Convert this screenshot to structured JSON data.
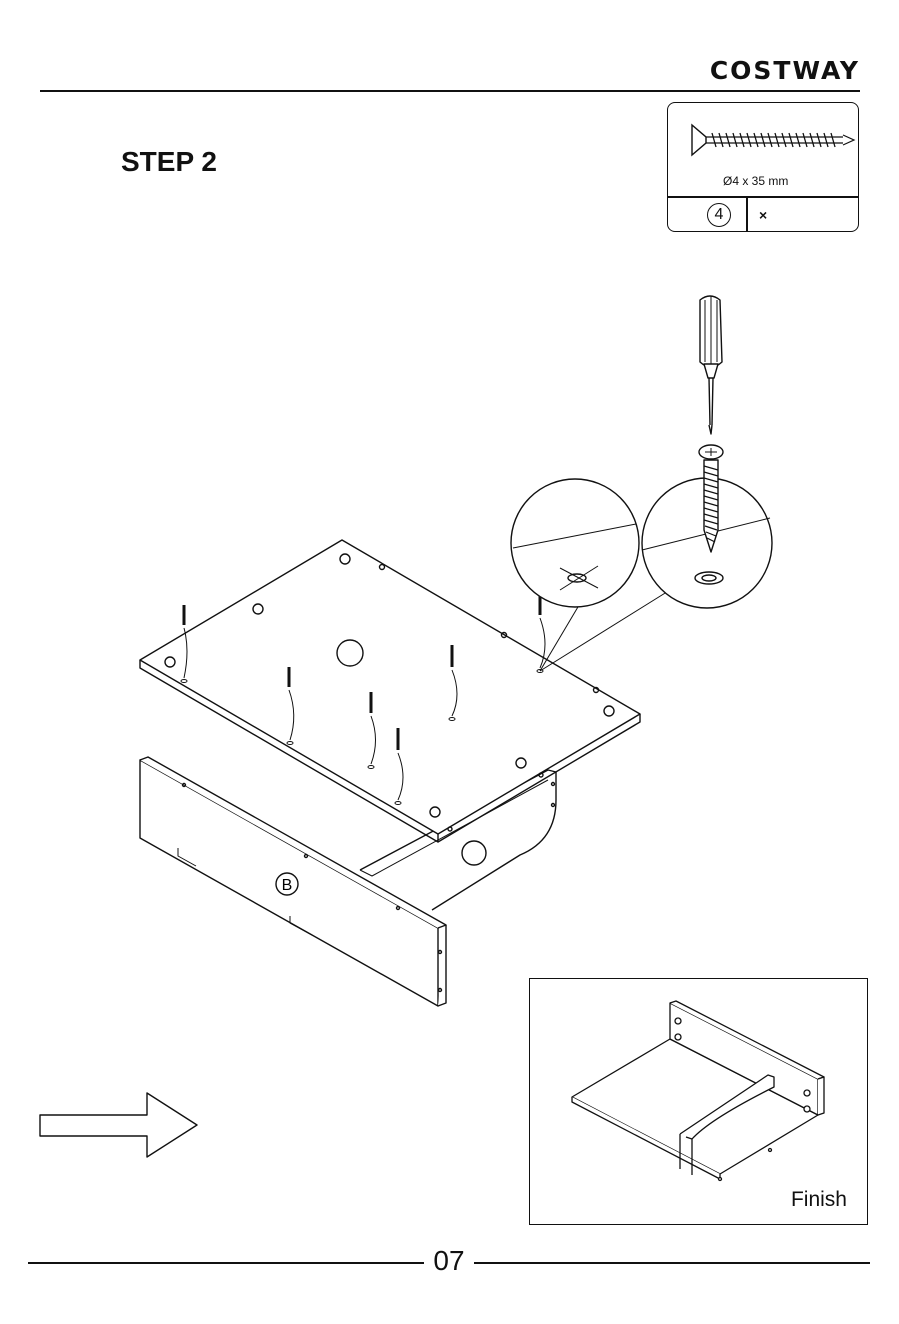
{
  "header": {
    "brand": "COSTWAY"
  },
  "step": {
    "title": "STEP 2"
  },
  "hardware": {
    "icon": "screw-icon",
    "size": "Ø4 x 35 mm",
    "part_id": "4",
    "quantity": "×"
  },
  "diagram": {
    "panel_label": "B",
    "tool_icon": "screwdriver-icon"
  },
  "finish": {
    "label": "Finish"
  },
  "footer": {
    "page_number": "07"
  }
}
